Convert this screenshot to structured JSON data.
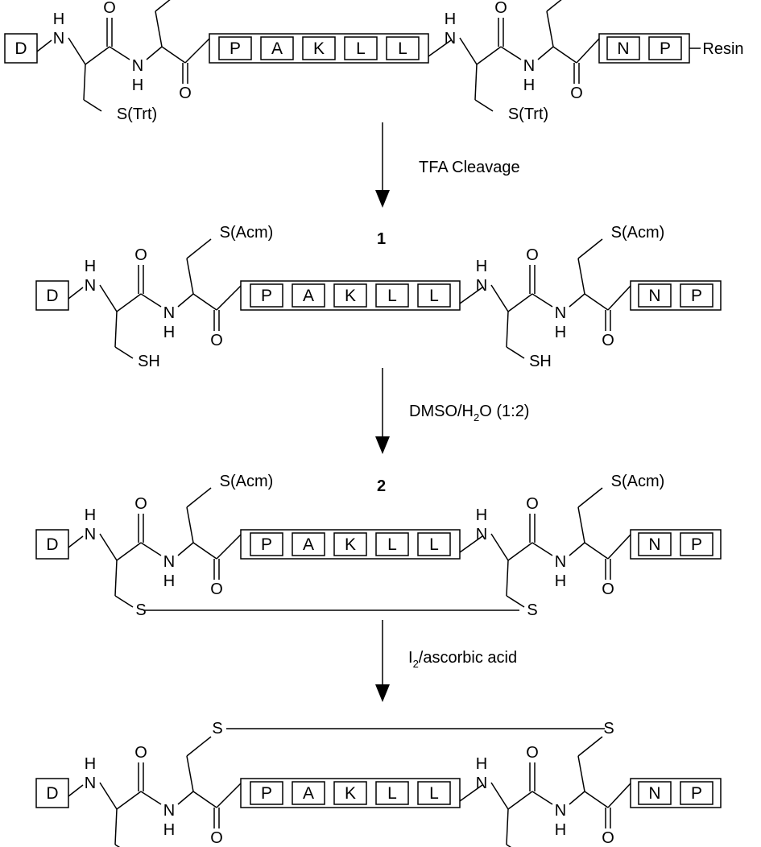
{
  "labels": {
    "acm": "S(Acm)",
    "trt": "S(Trt)",
    "sh": "SH",
    "s": "S",
    "n": "N",
    "h": "H",
    "o": "O",
    "resin": "Resin"
  },
  "residues": {
    "d": "D",
    "p": "P",
    "a": "A",
    "k": "K",
    "l": "L",
    "n": "N"
  },
  "steps": [
    {
      "reagent": "TFA Cleavage"
    },
    {
      "reagent_main": "DMSO/H",
      "reagent_sub": "2",
      "reagent_tail": "O (1:2)"
    },
    {
      "reagent_main": "I",
      "reagent_sub": "2",
      "reagent_tail": "/ascorbic acid"
    }
  ],
  "compounds": [
    "1",
    "2"
  ]
}
